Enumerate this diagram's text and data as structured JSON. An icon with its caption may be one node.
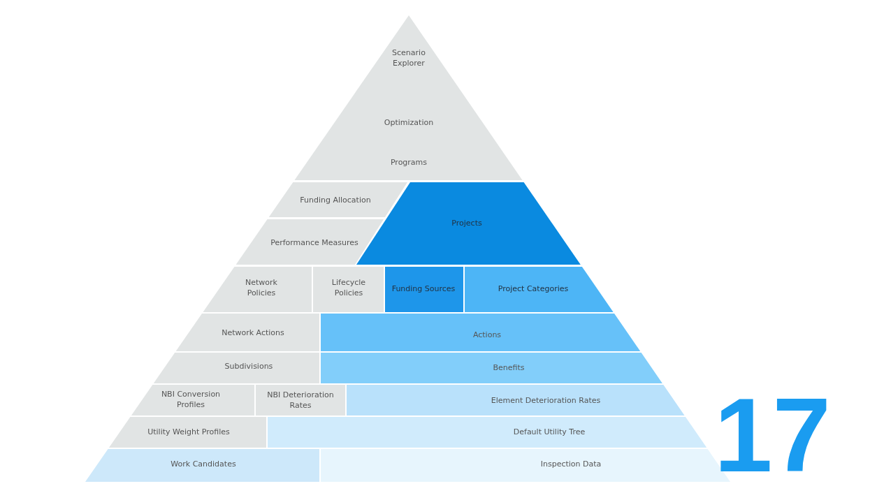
{
  "diagram": {
    "nodes": [
      {
        "text": [
          "Scenario Explorer"
        ]
      },
      {
        "text": [
          "Optimization"
        ],
        "in": 0
      },
      {
        "text": [
          "Programs"
        ],
        "in": 0
      },
      {
        "text": [
          "Funding Allocation"
        ]
      },
      {
        "text": [
          "Projects"
        ]
      },
      {
        "text": [
          "Performance Measures"
        ]
      },
      {
        "text": [
          "Network Policies"
        ]
      },
      {
        "text": [
          "Lifecycle Policies"
        ]
      },
      {
        "text": [
          "Funding Sources"
        ]
      },
      {
        "text": [
          "Project Categories"
        ]
      },
      {
        "text": [
          "Network Actions"
        ]
      },
      {
        "text": [
          "Actions"
        ]
      },
      {
        "text": [
          "Subdivisions"
        ]
      },
      {
        "text": [
          "Benefits"
        ]
      },
      {
        "text": [
          "NBI Conversion Profiles"
        ]
      },
      {
        "text": [
          "NBI Deterioration Rates"
        ]
      },
      {
        "text": [
          "Element Deterioration Rates"
        ]
      },
      {
        "text": [
          "Utility Weight Profiles"
        ]
      },
      {
        "text": [
          "Default Utility Tree"
        ]
      },
      {
        "text": [
          "Work Candidates"
        ]
      },
      {
        "text": [
          "Inspection Data"
        ]
      }
    ],
    "labels": [
      "17"
    ]
  }
}
